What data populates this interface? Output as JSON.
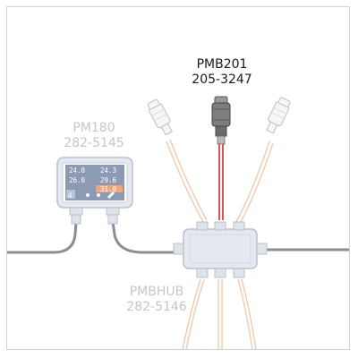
{
  "sensor_active": {
    "name": "PMB201",
    "part_number": "205-3247"
  },
  "display": {
    "name": "PM180",
    "part_number": "282-5145",
    "readings": [
      [
        "24.0",
        "24.3"
      ],
      [
        "26.0",
        "29.6"
      ],
      [
        "",
        "31.0"
      ]
    ],
    "status_digit": "4"
  },
  "hub": {
    "name": "PMBHUB",
    "part_number": "282-5146"
  },
  "colors": {
    "active_cable": "#d42a2a",
    "inactive_cable": "#f3c9b0",
    "grey_cable": "#8e8e8e",
    "device_fill": "#e4e8f0",
    "device_stroke": "#b9c0cc",
    "screen": "#8d9ab3",
    "highlight_cell": "#f2a47c"
  }
}
